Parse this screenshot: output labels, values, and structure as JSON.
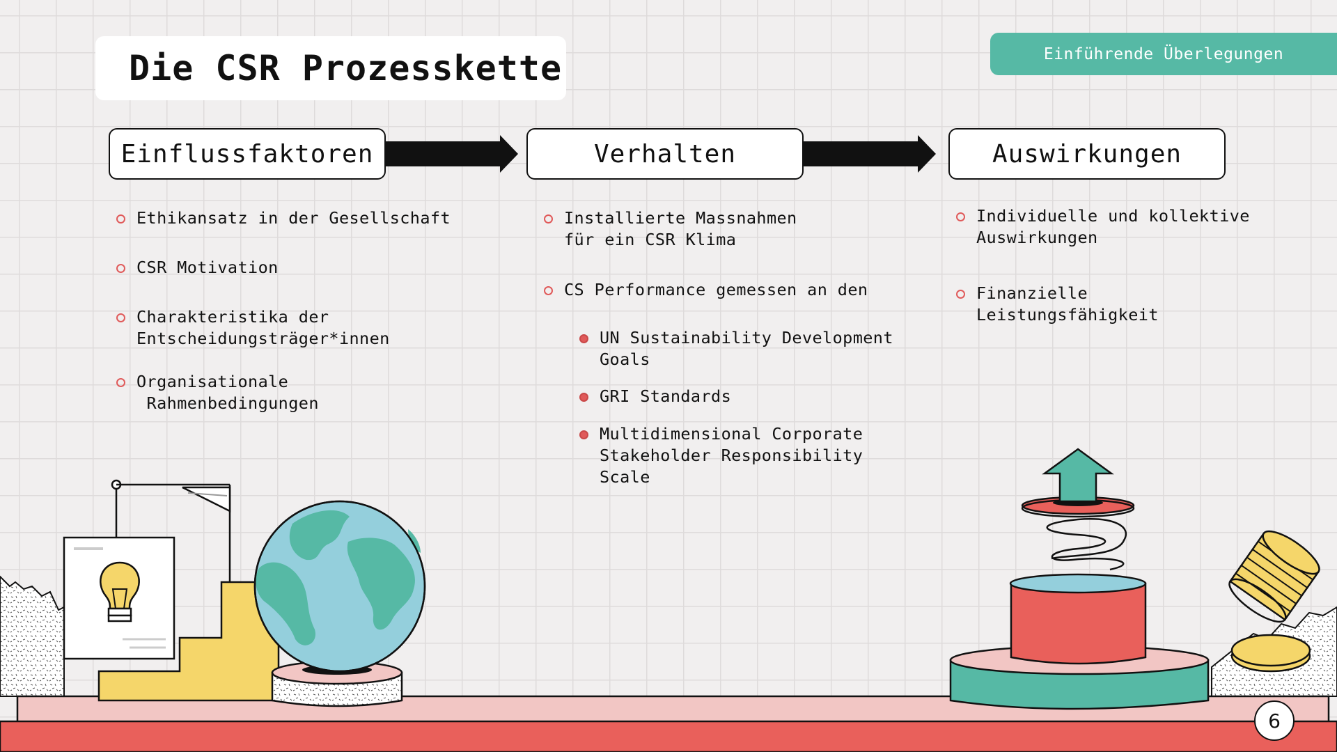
{
  "title": "Die CSR Prozesskette",
  "section_tag": "Einführende Überlegungen",
  "columns": [
    {
      "header": "Einflussfaktoren",
      "items": [
        [
          "Ethikansatz in der Gesellschaft"
        ],
        [
          "CSR Motivation"
        ],
        [
          "Charakteristika der",
          "Entscheidungsträger*innen"
        ],
        [
          "Organisationale",
          " Rahmenbedingungen"
        ]
      ]
    },
    {
      "header": "Verhalten",
      "items": [
        [
          "Installierte Massnahmen",
          "für ein CSR Klima"
        ],
        [
          "CS Performance gemessen an den"
        ]
      ],
      "subitems": [
        [
          "UN Sustainability Development",
          "Goals"
        ],
        [
          "GRI Standards"
        ],
        [
          "Multidimensional Corporate",
          "Stakeholder Responsibility",
          "Scale"
        ]
      ]
    },
    {
      "header": "Auswirkungen",
      "items": [
        [
          "Individuelle und kollektive",
          "Auswirkungen"
        ],
        [
          "Finanzielle",
          "Leistungsfähigkeit"
        ]
      ]
    }
  ],
  "page_number": "6",
  "icons": {
    "arrows": "right-arrow-icon",
    "illustrations": [
      "lightbulb-icon",
      "globe-icon",
      "up-arrow-icon",
      "coins-icon"
    ]
  },
  "colors": {
    "accent_teal": "#56b9a5",
    "accent_red": "#e9605b",
    "accent_pink": "#f2c6c4",
    "accent_yellow": "#f5d66a",
    "globe_water": "#94cfdc",
    "background": "#f1efef"
  }
}
